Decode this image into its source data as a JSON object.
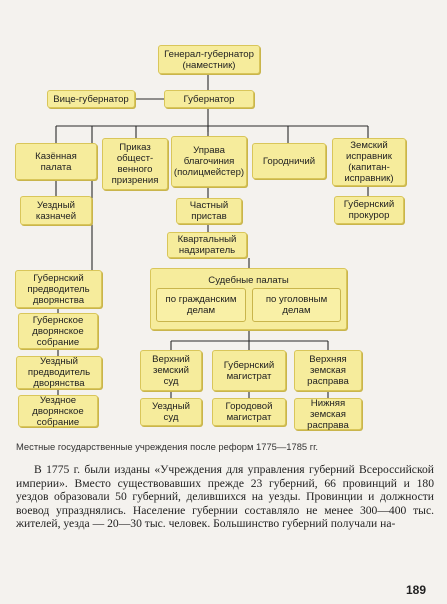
{
  "diagram": {
    "governor_general": "Генерал-губернатор\n(наместник)",
    "vice_governor": "Вице-губернатор",
    "governor": "Губернатор",
    "treasury_chamber": "Казённая\nпалата",
    "public_charity_office": "Приказ\nобщест-\nвенного\nпризрения",
    "deanery_board": "Управа\nблагочиния\n(полицмейстер)",
    "gorodnichiy": "Городничий",
    "zemsky_ispravnik": "Земский\nисправник\n(капитан-\nисправник)",
    "uezd_treasurer": "Уездный\nказначей",
    "private_bailiff": "Частный\nпристав",
    "provincial_prosecutor": "Губернский\nпрокурор",
    "quarter_overseer": "Квартальный\nнадзиратель",
    "provincial_marshal": "Губернский\nпредводитель\nдворянства",
    "provincial_assembly": "Губернское\nдворянское\nсобрание",
    "uezd_marshal": "Уездный\nпредводитель\nдворянства",
    "uezd_assembly": "Уездное\nдворянское\nсобрание",
    "court_chambers": {
      "title": "Судебные палаты",
      "civil": "по гражданским\nделам",
      "criminal": "по уголовным\nделам"
    },
    "upper_zemsky_court": "Верхний\nземский\nсуд",
    "provincial_magistrate": "Губернский\nмагистрат",
    "upper_zemsky_rasprava": "Верхняя\nземская\nрасправа",
    "uezd_court": "Уездный\nсуд",
    "city_magistrate": "Городовой\nмагистрат",
    "lower_zemsky_rasprava": "Нижняя\nземская\nрасправа"
  },
  "caption": "Местные государственные учреждения после реформ 1775—1785 гг.",
  "body_text": "В 1775 г. были изданы «Учреждения для управления губерний Всероссийской империи». Вместо существовавших прежде 23 губерний, 66 провинций и 180 уездов образовали 50 губерний, делившихся на уезды. Провинции и должности воевод упразднялись. Население губернии составляло не менее 300—400 тыс. жителей, уезда — 20—30 тыс. человек. Большинство губерний получали на-",
  "page_number": "189"
}
